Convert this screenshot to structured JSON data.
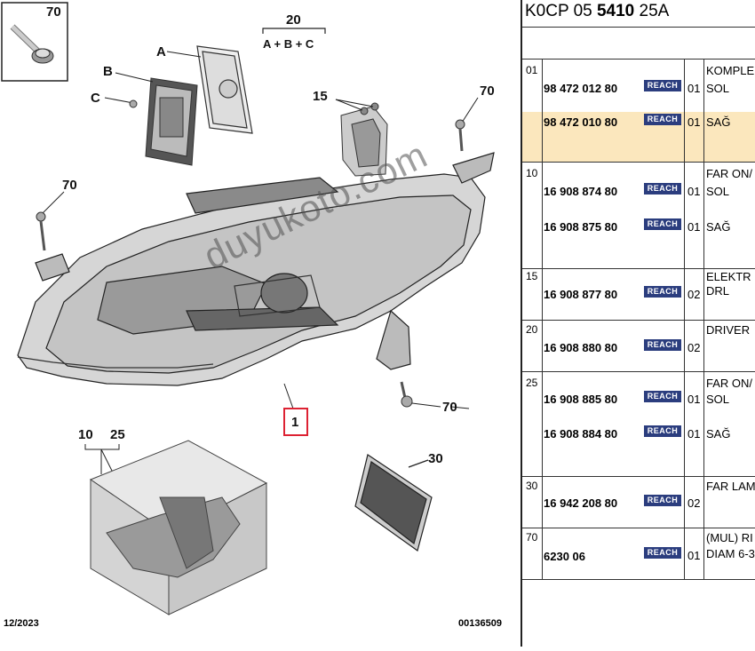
{
  "header": {
    "prefix": "K0CP 05 ",
    "bold": "5410",
    "suffix": " 25A"
  },
  "callouts": {
    "c70a": "70",
    "c20": "20",
    "c20sub": "A + B + C",
    "cA": "A",
    "cB": "B",
    "cC": "C",
    "c15": "15",
    "c70b": "70",
    "c70c": "70",
    "c70d": "70",
    "c1": "1",
    "c10": "10",
    "c25": "25",
    "c30": "30"
  },
  "footer": {
    "date": "12/2023",
    "ref": "00136509"
  },
  "watermark": "duyukoto.com",
  "reach_label": "REACH",
  "rows": [
    {
      "num": "01",
      "pn": "98 472 012 80",
      "qty": "01",
      "desc": "KOMPLE",
      "sub": "SOL"
    },
    {
      "num": "",
      "pn": "98 472 010 80",
      "qty": "01",
      "desc": "SAĞ",
      "sub": ""
    },
    {
      "num": "10",
      "pn": "16 908 874 80",
      "qty": "01",
      "desc": "FAR ON/",
      "sub": "SOL"
    },
    {
      "num": "",
      "pn": "16 908 875 80",
      "qty": "01",
      "desc": "SAĞ",
      "sub": ""
    },
    {
      "num": "15",
      "pn": "16 908 877 80",
      "qty": "02",
      "desc": "ELEKTR",
      "sub": "DRL"
    },
    {
      "num": "20",
      "pn": "16 908 880 80",
      "qty": "02",
      "desc": "DRIVER",
      "sub": ""
    },
    {
      "num": "25",
      "pn": "16 908 885 80",
      "qty": "01",
      "desc": "FAR ON/",
      "sub": "SOL"
    },
    {
      "num": "",
      "pn": "16 908 884 80",
      "qty": "01",
      "desc": "SAĞ",
      "sub": ""
    },
    {
      "num": "30",
      "pn": "16 942 208 80",
      "qty": "02",
      "desc": "FAR LAM",
      "sub": ""
    },
    {
      "num": "70",
      "pn": "6230 06",
      "qty": "01",
      "desc": "(MUL) RI",
      "sub": "DIAM 6-3"
    }
  ]
}
